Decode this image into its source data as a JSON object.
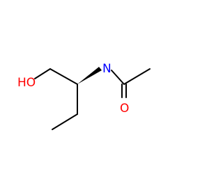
{
  "molecule": {
    "atoms": {
      "hydroxyl": {
        "label": "HO",
        "color": "#ff0000"
      },
      "amide_nitrogen": {
        "label": "N",
        "color": "#0000ff"
      },
      "carbonyl_oxygen": {
        "label": "O",
        "color": "#ff0000"
      }
    },
    "bond_color": "#000000",
    "stereo_bond": "wedge"
  }
}
